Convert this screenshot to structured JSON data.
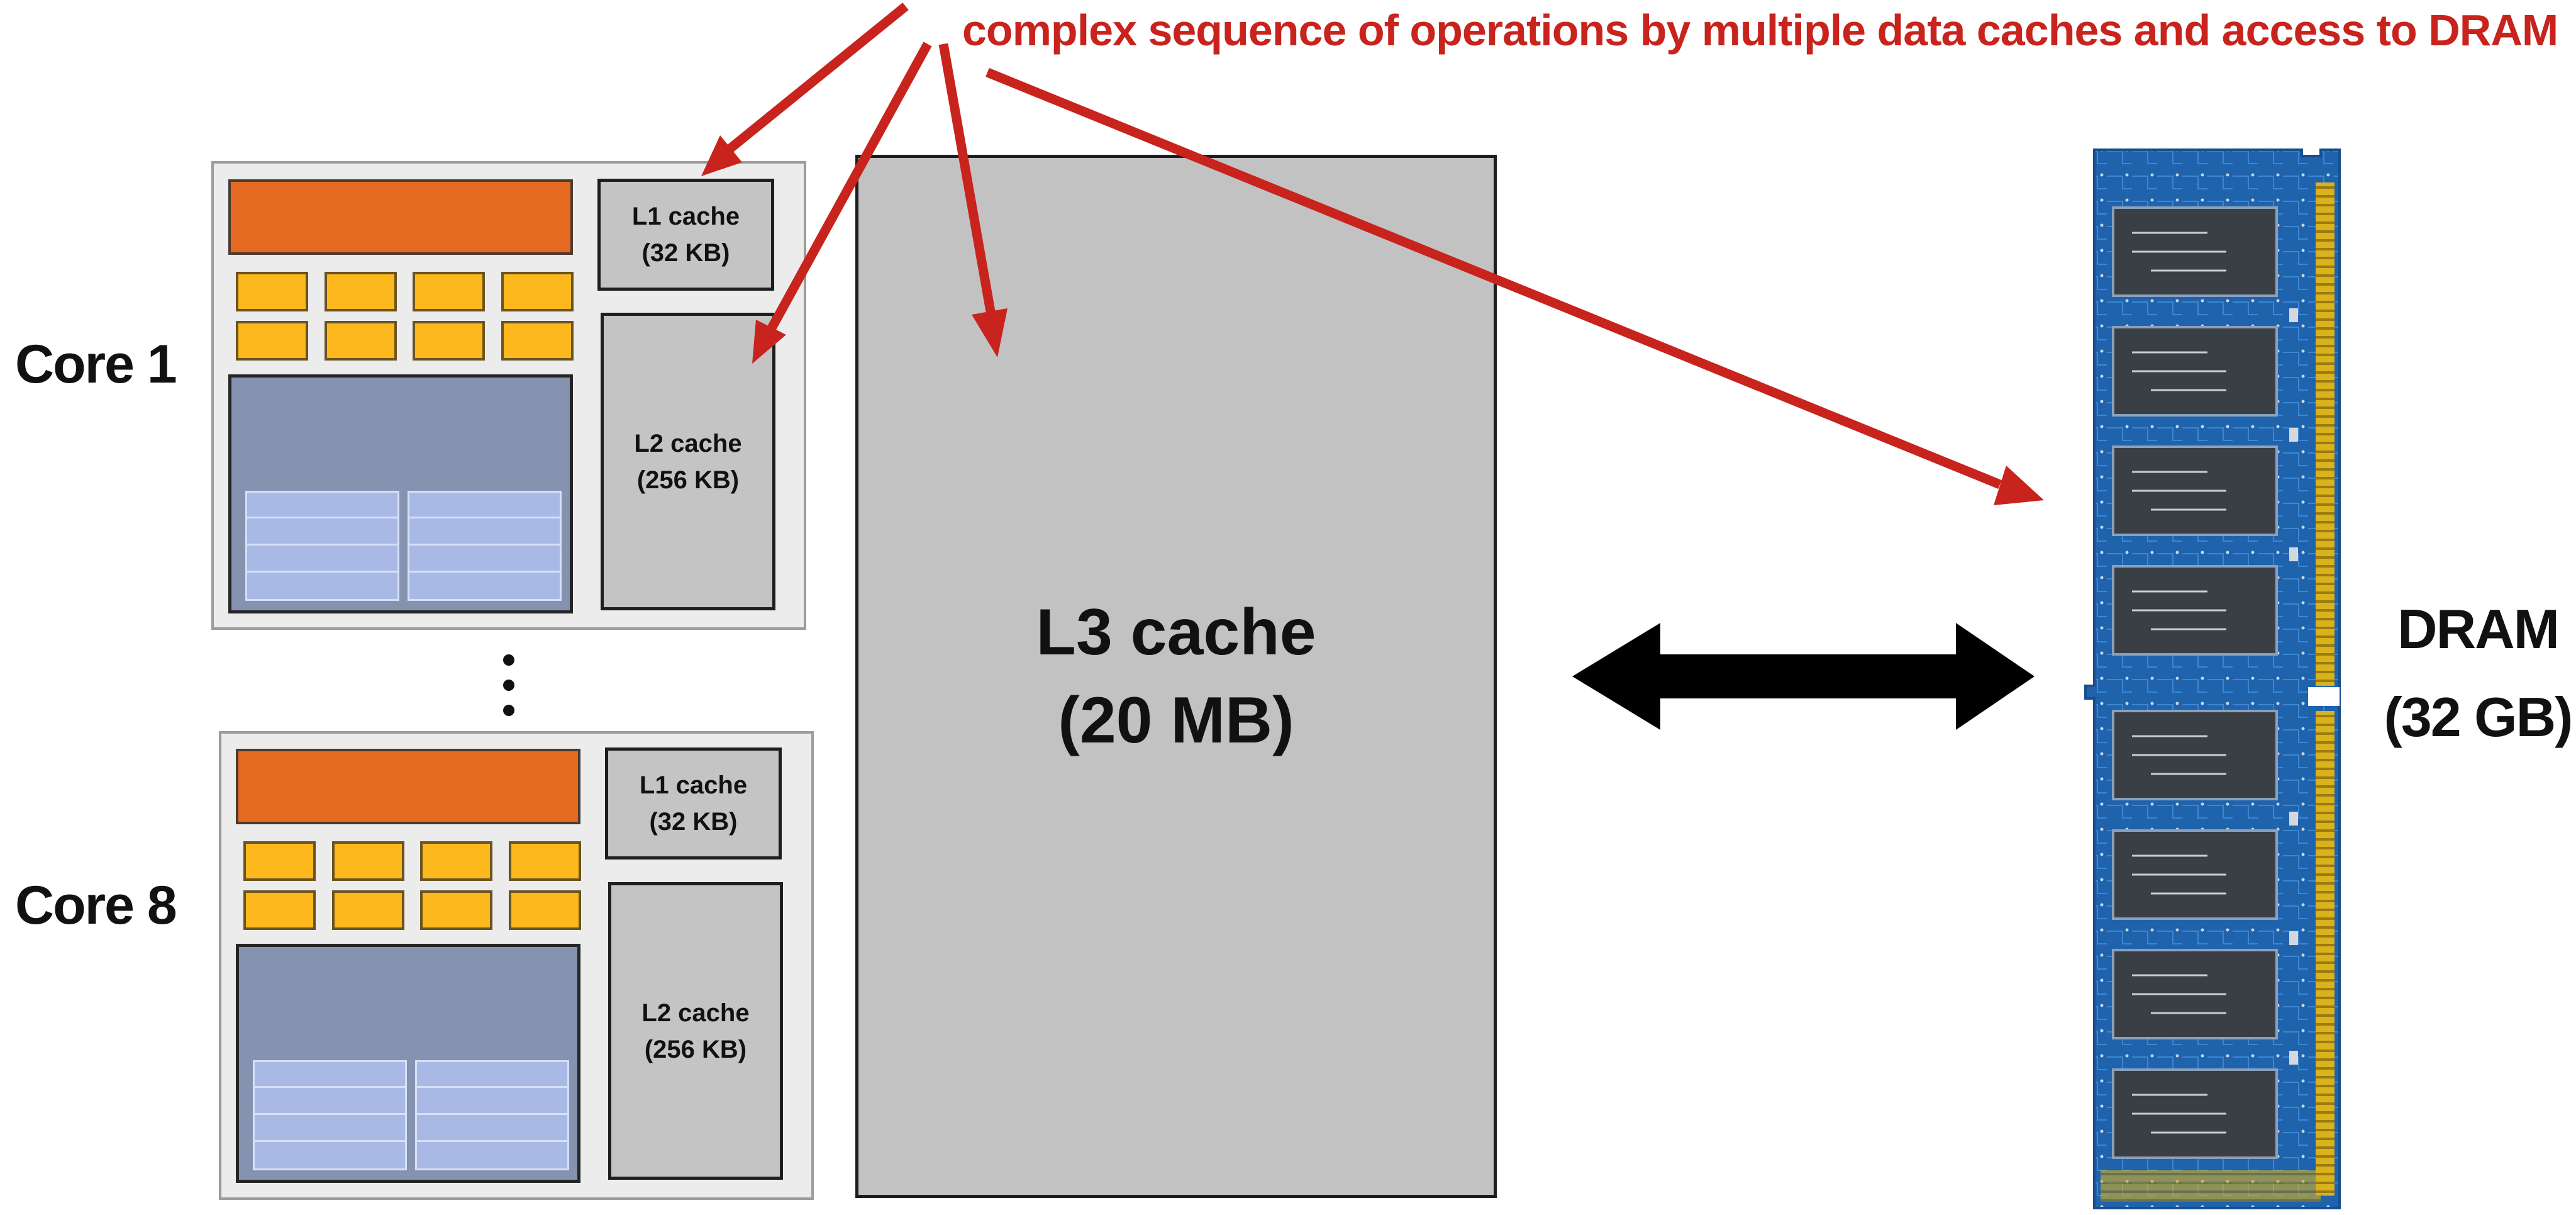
{
  "headline": "complex sequence of operations by multiple data caches and access to DRAM",
  "cores": [
    {
      "label": "Core 1",
      "l1": {
        "name": "L1 cache",
        "size": "(32 KB)"
      },
      "l2": {
        "name": "L2 cache",
        "size": "(256 KB)"
      }
    },
    {
      "label": "Core 8",
      "l1": {
        "name": "L1 cache",
        "size": "(32 KB)"
      },
      "l2": {
        "name": "L2 cache",
        "size": "(256 KB)"
      }
    }
  ],
  "l3": {
    "name": "L3 cache",
    "size": "(20 MB)"
  },
  "dram": {
    "name": "DRAM",
    "size": "(32 GB)"
  },
  "colors": {
    "annotation": "#c8231d",
    "cache_fill": "#c4c4c4",
    "core_orange": "#e46a22",
    "core_yellow": "#fdb81e",
    "core_blue": "#8593b1",
    "dram_pcb": "#1d5fa7",
    "dram_contacts": "#d9b21c"
  }
}
